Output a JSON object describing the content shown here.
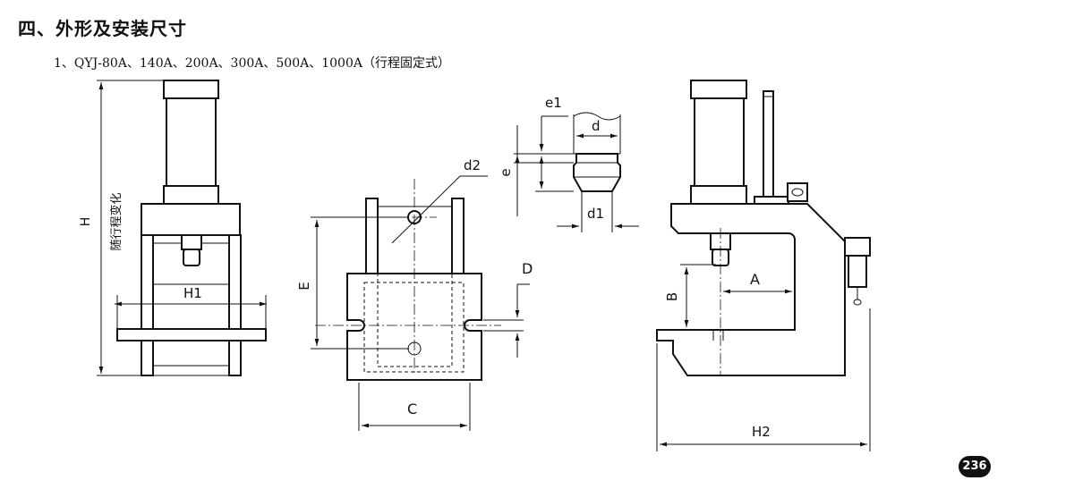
{
  "heading": "四、外形及安装尺寸",
  "subheading": "1、QYJ-80A、140A、200A、300A、500A、1000A（行程固定式）",
  "labels": {
    "H": "H",
    "stroke_note": "随行程变化",
    "H1": "H1",
    "d2": "d2",
    "E": "E",
    "C": "C",
    "D": "D",
    "e": "e",
    "e1": "e1",
    "d": "d",
    "d1": "d1",
    "A": "A",
    "B": "B",
    "H2": "H2"
  },
  "page_number": "236"
}
